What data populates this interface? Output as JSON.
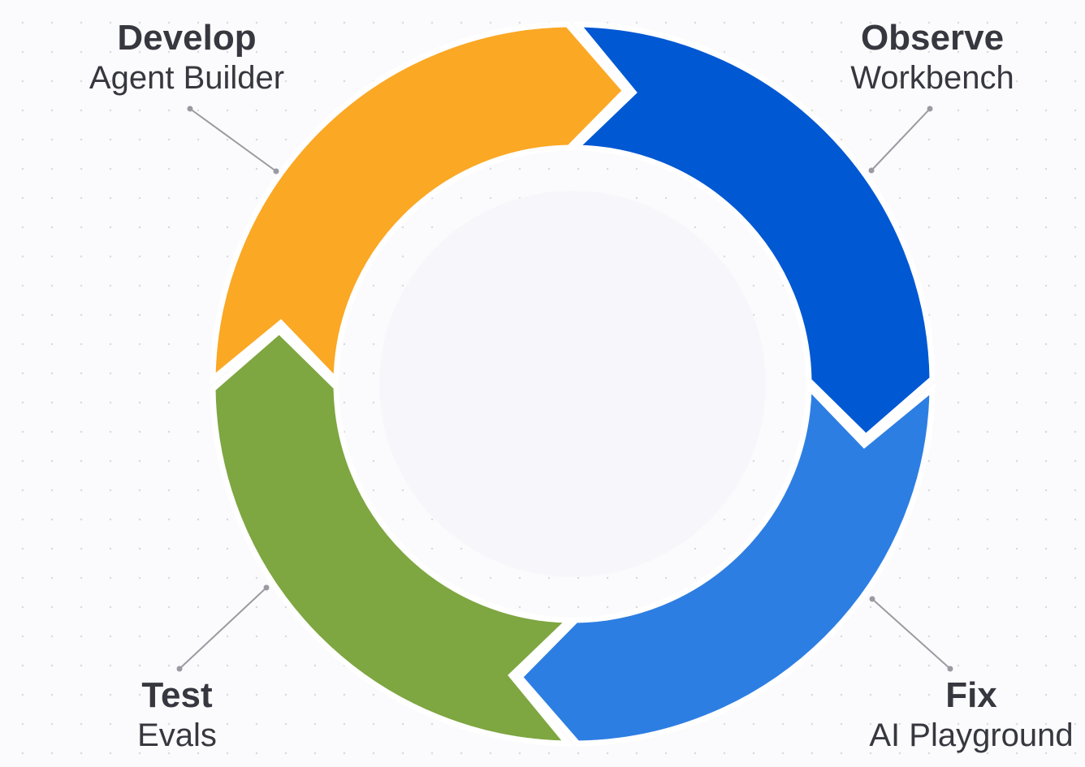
{
  "stages": [
    {
      "title": "Develop",
      "subtitle": "Agent Builder",
      "color": "#fba825"
    },
    {
      "title": "Observe",
      "subtitle": "Workbench",
      "color": "#0058d3"
    },
    {
      "title": "Fix",
      "subtitle": "AI Playground",
      "color": "#2d7ee2"
    },
    {
      "title": "Test",
      "subtitle": "Evals",
      "color": "#7ea641"
    }
  ],
  "colors": {
    "center_disc": "#f7f7fb",
    "connector": "#9a9aa2",
    "separator": "#ffffff"
  }
}
